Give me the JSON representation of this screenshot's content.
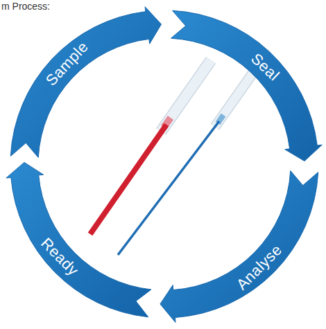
{
  "diagram": {
    "nodes": [
      {
        "text": [
          "Sample"
        ]
      },
      {
        "text": [
          "Seal"
        ]
      },
      {
        "text": [
          "Analyse"
        ]
      },
      {
        "text": [
          "Ready"
        ]
      }
    ],
    "labels": [
      "m Process:"
    ]
  }
}
